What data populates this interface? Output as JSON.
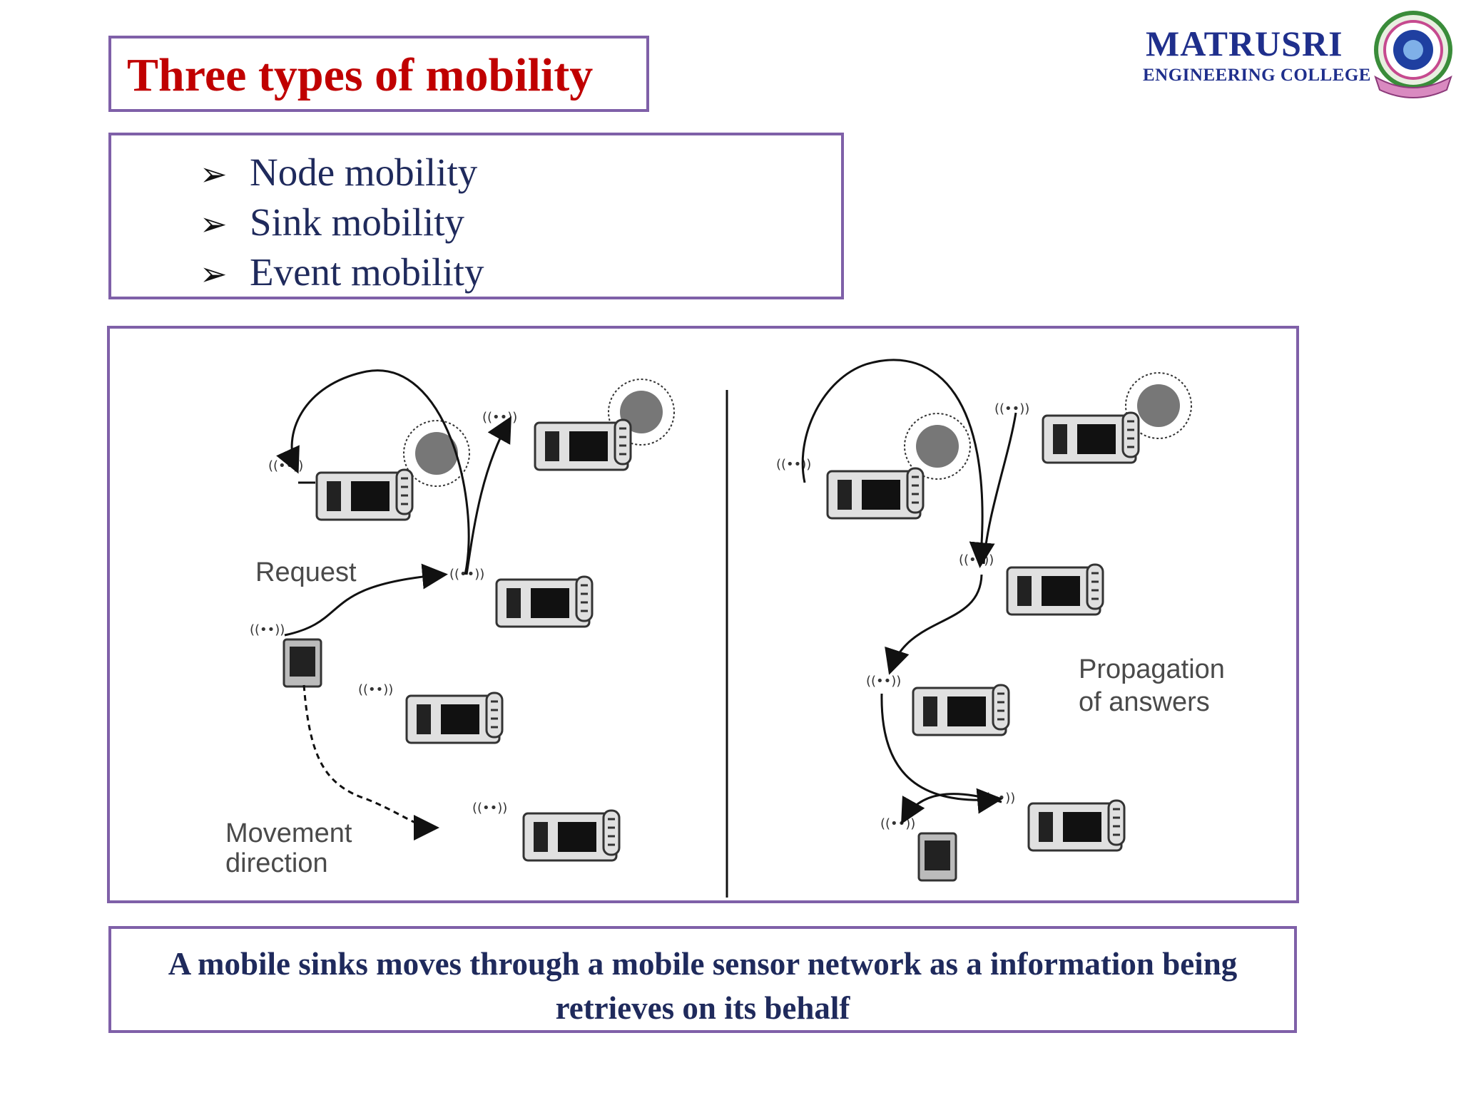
{
  "logo": {
    "name": "MATRUSRI",
    "subtitle": "ENGINEERING COLLEGE"
  },
  "title": "Three types of mobility",
  "bullets": [
    {
      "icon": "arrow-bullet-icon",
      "label": "Node mobility"
    },
    {
      "icon": "arrow-bullet-icon",
      "label": "Sink mobility"
    },
    {
      "icon": "arrow-bullet-icon",
      "label": "Event mobility"
    }
  ],
  "figure": {
    "left_labels": {
      "request": "Request",
      "movement_line1": "Movement",
      "movement_line2": "direction"
    },
    "right_labels": {
      "propagation_line1": "Propagation",
      "propagation_line2": "of answers"
    }
  },
  "caption": "A mobile sinks moves through a mobile sensor network as a information being retrieves on its behalf",
  "colors": {
    "title": "#c00000",
    "text": "#1f2a5c",
    "border": "#7f60a8",
    "logo_text": "#1f2f8c"
  }
}
